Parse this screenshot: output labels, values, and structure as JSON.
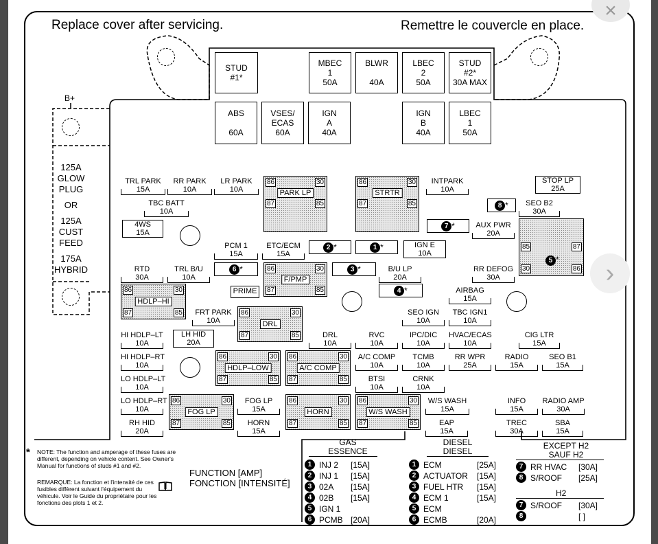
{
  "header": {
    "left": "Replace cover after servicing.",
    "right": "Remettre le couvercle en place."
  },
  "top_row": [
    {
      "id": "stud1",
      "lines": [
        "STUD",
        "#1*"
      ],
      "amp": ""
    },
    {
      "id": "mbec1",
      "lines": [
        "MBEC",
        "1"
      ],
      "amp": "50A"
    },
    {
      "id": "blwr",
      "lines": [
        "BLWR"
      ],
      "amp": "40A"
    },
    {
      "id": "lbec2",
      "lines": [
        "LBEC",
        "2"
      ],
      "amp": "50A"
    },
    {
      "id": "stud2",
      "lines": [
        "STUD",
        "#2*"
      ],
      "amp": "30A MAX"
    }
  ],
  "second_row": [
    {
      "id": "abs",
      "lines": [
        "ABS"
      ],
      "amp": "60A"
    },
    {
      "id": "vses",
      "lines": [
        "VSES/",
        "ECAS"
      ],
      "amp": "60A"
    },
    {
      "id": "igna",
      "lines": [
        "IGN",
        "A"
      ],
      "amp": "40A"
    },
    {
      "id": "ignb",
      "lines": [
        "IGN",
        "B"
      ],
      "amp": "40A"
    },
    {
      "id": "lbec1",
      "lines": [
        "LBEC",
        "1"
      ],
      "amp": "50A"
    }
  ],
  "bplus": "B+",
  "side_panel": [
    "125A",
    "GLOW",
    "PLUG",
    "OR",
    "125A",
    "CUST",
    "FEED",
    "175A",
    "HYBRID"
  ],
  "relays": {
    "park_lp": "PARK LP",
    "strtr": "STRTR",
    "fpmp": "F/PMP",
    "hdlp_hi": "HDLP–HI",
    "drl": "DRL",
    "hdlp_low": "HDLP–LOW",
    "ac_comp": "A/C COMP",
    "fog_lp": "FOG LP",
    "horn": "HORN",
    "ws_wash": "W/S WASH",
    "pins": {
      "p86": "86",
      "p87": "87",
      "p30": "30",
      "p85": "85"
    }
  },
  "fuses": {
    "trl_park": {
      "name": "TRL PARK",
      "amp": "15A"
    },
    "rr_park": {
      "name": "RR PARK",
      "amp": "10A"
    },
    "lr_park": {
      "name": "LR PARK",
      "amp": "10A"
    },
    "intpark": {
      "name": "INTPARK",
      "amp": "10A"
    },
    "stop_lp": {
      "name": "STOP LP",
      "amp": "25A"
    },
    "tbc_batt": {
      "name": "TBC BATT",
      "amp": "10A"
    },
    "seo_b2": {
      "name": "SEO B2",
      "amp": "30A"
    },
    "four_ws": {
      "name": "4WS",
      "amp": "15A"
    },
    "aux_pwr": {
      "name": "AUX PWR",
      "amp": "20A"
    },
    "pcm1": {
      "name": "PCM 1",
      "amp": "15A"
    },
    "etc_ecm": {
      "name": "ETC/ECM",
      "amp": "15A"
    },
    "ign_e": {
      "name": "IGN E",
      "amp": "10A"
    },
    "rtd": {
      "name": "RTD",
      "amp": "30A"
    },
    "trl_bu": {
      "name": "TRL B/U",
      "amp": "10A"
    },
    "bu_lp": {
      "name": "B/U LP",
      "amp": "20A"
    },
    "rr_defog": {
      "name": "RR DEFOG",
      "amp": "30A"
    },
    "prime": {
      "name": "PRIME",
      "amp": ""
    },
    "airbag": {
      "name": "AIRBAG",
      "amp": "15A"
    },
    "frt_park": {
      "name": "FRT PARK",
      "amp": "10A"
    },
    "seo_ign": {
      "name": "SEO IGN",
      "amp": "10A"
    },
    "tbc_ign1": {
      "name": "TBC IGN1",
      "amp": "10A"
    },
    "hi_hdlp_lt": {
      "name": "HI HDLP–LT",
      "amp": "10A"
    },
    "lh_hid": {
      "name": "LH HID",
      "amp": "20A"
    },
    "drl_f": {
      "name": "DRL",
      "amp": "10A"
    },
    "rvc": {
      "name": "RVC",
      "amp": "10A"
    },
    "ipc_dic": {
      "name": "IPC/DIC",
      "amp": "10A"
    },
    "hvac_ecas": {
      "name": "HVAC/ECAS",
      "amp": "10A"
    },
    "cig_ltr": {
      "name": "CIG LTR",
      "amp": "15A"
    },
    "hi_hdlp_rt": {
      "name": "HI HDLP–RT",
      "amp": "10A"
    },
    "ac_comp_f": {
      "name": "A/C COMP",
      "amp": "10A"
    },
    "tcmb": {
      "name": "TCMB",
      "amp": "10A"
    },
    "rr_wpr": {
      "name": "RR WPR",
      "amp": "25A"
    },
    "radio": {
      "name": "RADIO",
      "amp": "15A"
    },
    "seo_b1": {
      "name": "SEO B1",
      "amp": "15A"
    },
    "lo_hdlp_lt": {
      "name": "LO HDLP–LT",
      "amp": "10A"
    },
    "btsi": {
      "name": "BTSI",
      "amp": "10A"
    },
    "crnk": {
      "name": "CRNK",
      "amp": "10A"
    },
    "lo_hdlp_rt": {
      "name": "LO HDLP–RT",
      "amp": "10A"
    },
    "fog_lp_f": {
      "name": "FOG LP",
      "amp": "15A"
    },
    "ws_wash_f": {
      "name": "W/S WASH",
      "amp": "15A"
    },
    "info": {
      "name": "INFO",
      "amp": "15A"
    },
    "radio_amp": {
      "name": "RADIO AMP",
      "amp": "30A"
    },
    "rh_hid": {
      "name": "RH HID",
      "amp": "20A"
    },
    "horn_f": {
      "name": "HORN",
      "amp": "15A"
    },
    "eap": {
      "name": "EAP",
      "amp": "15A"
    },
    "trec": {
      "name": "TREC",
      "amp": "30A"
    },
    "sba": {
      "name": "SBA",
      "amp": "15A"
    }
  },
  "markers": {
    "m1": "1",
    "m2": "2",
    "m3": "3",
    "m4": "4",
    "m5": "5",
    "m6": "6",
    "m7": "7",
    "m8": "8",
    "star": "*"
  },
  "note": {
    "en": "NOTE: The function and amperage of these fuses are different, depending on vehicle content. See Owner's Manual for functions of studs #1 and #2.",
    "fr": "REMARQUE: La fonction et l'intensité de ces fusibles diffèrent suivant l'équipement du véhicule. Voir le Guide du propriétaire pour les fonctions des plots 1 et 2.",
    "function": "FUNCTION [AMP]",
    "fonction": "FONCTION [INTENSITÉ]"
  },
  "legend": {
    "gas_title": "GAS",
    "gas_title_fr": "ESSENCE",
    "gas": [
      {
        "n": "1",
        "label": "INJ 2",
        "amp": "[15A]"
      },
      {
        "n": "2",
        "label": "INJ 1",
        "amp": "[15A]"
      },
      {
        "n": "3",
        "label": "02A",
        "amp": "[15A]"
      },
      {
        "n": "4",
        "label": "02B",
        "amp": "[15A]"
      },
      {
        "n": "5",
        "label": "IGN 1",
        "amp": ""
      },
      {
        "n": "6",
        "label": "PCMB",
        "amp": "[20A]"
      }
    ],
    "diesel_title": "DIESEL",
    "diesel_title_fr": "DIESEL",
    "diesel": [
      {
        "n": "1",
        "label": "ECM",
        "amp": "[25A]"
      },
      {
        "n": "2",
        "label": "ACTUATOR",
        "amp": "[15A]"
      },
      {
        "n": "3",
        "label": "FUEL HTR",
        "amp": "[15A]"
      },
      {
        "n": "4",
        "label": "ECM 1",
        "amp": "[15A]"
      },
      {
        "n": "5",
        "label": "ECM",
        "amp": ""
      },
      {
        "n": "6",
        "label": "ECMB",
        "amp": "[20A]"
      }
    ],
    "except_title": "EXCEPT H2",
    "except_title_fr": "SAUF H2",
    "except": [
      {
        "n": "7",
        "label": "RR HVAC",
        "amp": "[30A]"
      },
      {
        "n": "8",
        "label": "S/ROOF",
        "amp": "[25A]"
      }
    ],
    "h2_title": "H2",
    "h2": [
      {
        "n": "7",
        "label": "S/ROOF",
        "amp": "[30A]"
      },
      {
        "n": "8",
        "label": "",
        "amp": "[    ]"
      }
    ]
  },
  "viewer": {
    "close": "×",
    "next": "›"
  }
}
